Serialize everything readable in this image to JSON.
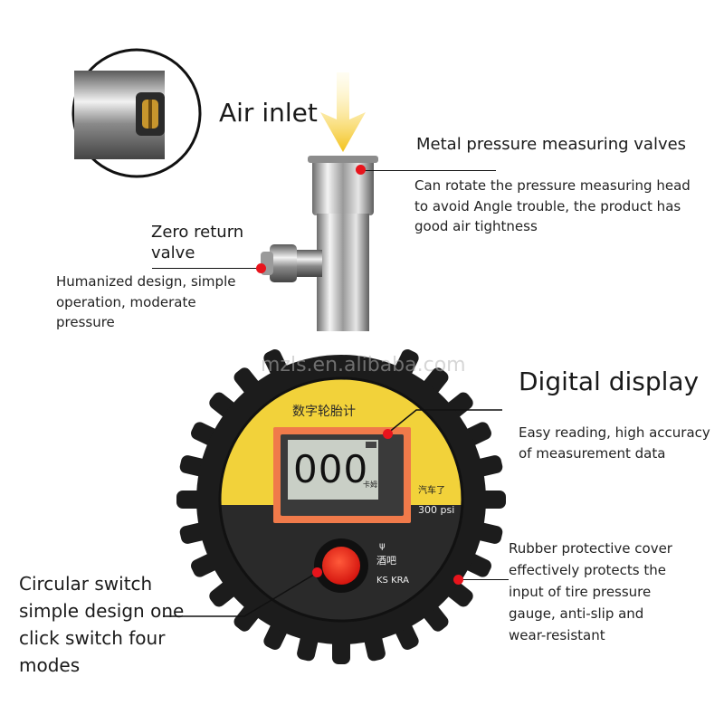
{
  "labels": {
    "air_inlet": "Air inlet",
    "metal_valve_title": "Metal pressure measuring valves",
    "metal_valve_desc_1": "Can rotate the pressure measuring head",
    "metal_valve_desc_2": "to avoid Angle trouble, the product has",
    "metal_valve_desc_3": "good air tightness",
    "zero_return_title_1": "Zero return",
    "zero_return_title_2": "valve",
    "zero_return_desc_1": "Humanized design, simple",
    "zero_return_desc_2": "operation, moderate",
    "zero_return_desc_3": "pressure",
    "digital_display_title": "Digital display",
    "digital_display_desc_1": "Easy reading, high accuracy",
    "digital_display_desc_2": "of measurement data",
    "rubber_cover_1": "Rubber protective cover",
    "rubber_cover_2": "effectively protects the",
    "rubber_cover_3": "input of tire pressure",
    "rubber_cover_4": "gauge, anti-slip and",
    "rubber_cover_5": "wear-resistant",
    "switch_1": "Circular switch",
    "switch_2": "simple design one",
    "switch_3": "click switch four",
    "switch_4": "modes"
  },
  "gauge": {
    "face_title": "数字轮胎计",
    "reading": "000",
    "unit_small": "卡姆",
    "right_label": "汽车了",
    "range": "300 psi",
    "psi_symbol": "ψ",
    "mode_label": "酒吧",
    "brand": "KS KRA"
  },
  "watermark": "mzls.en.alibaba.com",
  "colors": {
    "accent_dot": "#e8141c",
    "face_yellow": "#f2d23a",
    "rubber": "#1c1c1c",
    "button": "#e8231c"
  }
}
